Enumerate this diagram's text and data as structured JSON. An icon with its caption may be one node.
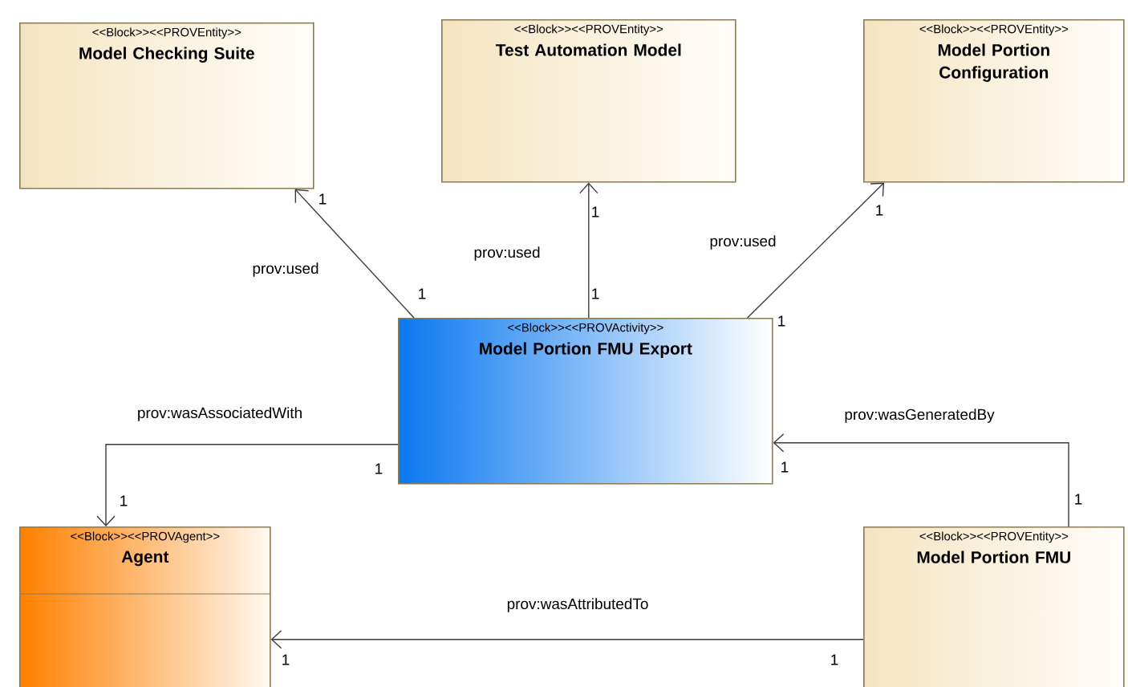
{
  "diagram": {
    "nodes": [
      {
        "text": [
          "<<Block>><<PROVEntity>>",
          "Model Checking Suite"
        ]
      },
      {
        "text": [
          "<<Block>><<PROVEntity>>",
          "Test Automation Model"
        ]
      },
      {
        "text": [
          "<<Block>><<PROVEntity>>",
          "Model Portion Configuration"
        ]
      },
      {
        "text": [
          "<<Block>><<PROVActivity>>",
          "Model Portion FMU Export"
        ]
      },
      {
        "text": [
          "<<Block>><<PROVAgent>>",
          "Agent"
        ]
      },
      {
        "text": [
          "<<Block>><<PROVEntity>>",
          "Model Portion FMU"
        ]
      }
    ],
    "edges": [
      {
        "from": 3,
        "to": 0,
        "arrow": "to",
        "label": "prov:used"
      },
      {
        "from": 3,
        "to": 1,
        "arrow": "to",
        "label": "prov:used"
      },
      {
        "from": 3,
        "to": 2,
        "arrow": "to",
        "label": "prov:used"
      },
      {
        "from": 3,
        "to": 4,
        "arrow": "to",
        "label": "prov:wasAssociatedWith"
      },
      {
        "from": 5,
        "to": 3,
        "arrow": "to",
        "label": "prov:wasGeneratedBy"
      },
      {
        "from": 5,
        "to": 4,
        "arrow": "to",
        "label": "prov:wasAttributedTo"
      }
    ],
    "labels": [
      "1",
      "1",
      "1",
      "1",
      "1",
      "1",
      "1",
      "1",
      "1",
      "1",
      "1",
      "1"
    ]
  }
}
